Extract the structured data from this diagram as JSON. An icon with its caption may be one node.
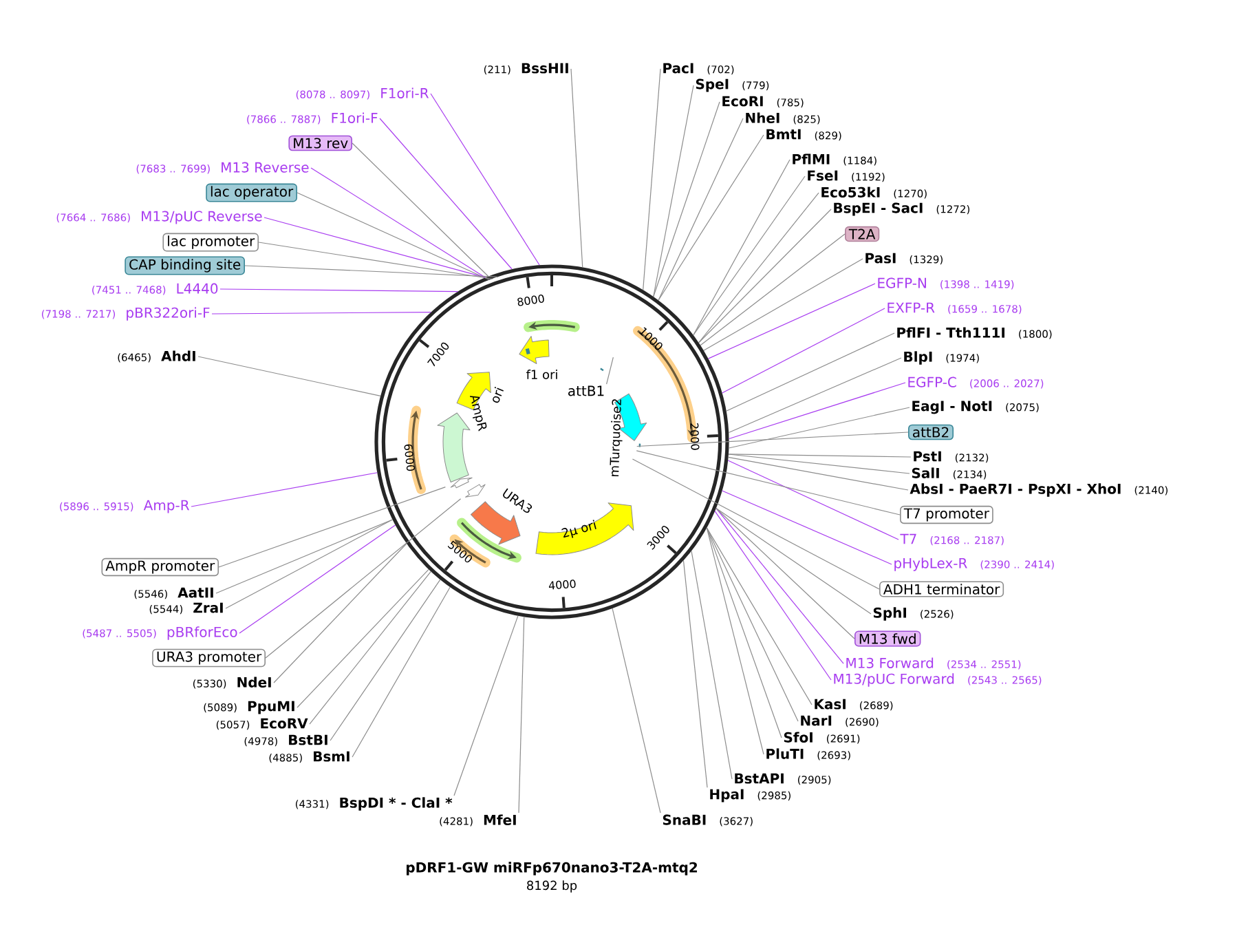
{
  "diagram": {
    "title": "pDRF1-GW miRFp670nano3-T2A-mtq2",
    "caption": "8192 bp",
    "nodes": [
      {
        "text": [
          "(211)",
          "BssHII"
        ]
      },
      {
        "text": [
          "(8078 .. 8097)",
          "F1ori-R"
        ]
      },
      {
        "text": [
          "(7866 .. 7887)",
          "F1ori-F"
        ]
      },
      {
        "text": [
          "M13 rev"
        ]
      },
      {
        "text": [
          "(7683 .. 7699)",
          "M13 Reverse"
        ]
      },
      {
        "text": [
          "lac operator"
        ]
      },
      {
        "text": [
          "(7664 .. 7686)",
          "M13/pUC Reverse"
        ]
      },
      {
        "text": [
          "lac promoter"
        ]
      },
      {
        "text": [
          "CAP binding site"
        ]
      },
      {
        "text": [
          "(7451 .. 7468)",
          "L4440"
        ]
      },
      {
        "text": [
          "(7198 .. 7217)",
          "pBR322ori-F"
        ]
      },
      {
        "text": [
          "(6465)",
          "AhdI"
        ]
      },
      {
        "text": [
          "(5896 .. 5915)",
          "Amp-R"
        ]
      },
      {
        "text": [
          "AmpR promoter"
        ]
      },
      {
        "text": [
          "(5546)",
          "AatII"
        ]
      },
      {
        "text": [
          "(5544)",
          "ZraI"
        ]
      },
      {
        "text": [
          "(5487 .. 5505)",
          "pBRforEco"
        ]
      },
      {
        "text": [
          "URA3 promoter"
        ]
      },
      {
        "text": [
          "(5330)",
          "NdeI"
        ]
      },
      {
        "text": [
          "(5089)",
          "PpuMI"
        ]
      },
      {
        "text": [
          "(5057)",
          "EcoRV"
        ]
      },
      {
        "text": [
          "(4978)",
          "BstBI"
        ]
      },
      {
        "text": [
          "(4885)",
          "BsmI"
        ]
      },
      {
        "text": [
          "(4331)",
          "BspDI * - ClaI *"
        ]
      },
      {
        "text": [
          "(4281)",
          "MfeI"
        ]
      },
      {
        "text": [
          "SnaBI",
          "(3627)"
        ]
      },
      {
        "text": [
          "HpaI",
          "(2985)"
        ]
      },
      {
        "text": [
          "BstAPI",
          "(2905)"
        ]
      },
      {
        "text": [
          "PluTI",
          "(2693)"
        ]
      },
      {
        "text": [
          "SfoI",
          "(2691)"
        ]
      },
      {
        "text": [
          "NarI",
          "(2690)"
        ]
      },
      {
        "text": [
          "KasI",
          "(2689)"
        ]
      },
      {
        "text": [
          "M13/pUC Forward",
          "(2543 .. 2565)"
        ]
      },
      {
        "text": [
          "M13 Forward",
          "(2534 .. 2551)"
        ]
      },
      {
        "text": [
          "M13 fwd"
        ]
      },
      {
        "text": [
          "SphI",
          "(2526)"
        ]
      },
      {
        "text": [
          "ADH1 terminator"
        ]
      },
      {
        "text": [
          "pHybLex-R",
          "(2390 .. 2414)"
        ]
      },
      {
        "text": [
          "T7",
          "(2168 .. 2187)"
        ]
      },
      {
        "text": [
          "T7 promoter"
        ]
      },
      {
        "text": [
          "AbsI - PaeR7I - PspXI - XhoI",
          "(2140)"
        ]
      },
      {
        "text": [
          "SalI",
          "(2134)"
        ]
      },
      {
        "text": [
          "PstI",
          "(2132)"
        ]
      },
      {
        "text": [
          "attB2"
        ]
      },
      {
        "text": [
          "EagI - NotI",
          "(2075)"
        ]
      },
      {
        "text": [
          "EGFP-C",
          "(2006 .. 2027)"
        ]
      },
      {
        "text": [
          "BlpI",
          "(1974)"
        ]
      },
      {
        "text": [
          "PflFI - Tth111I",
          "(1800)"
        ]
      },
      {
        "text": [
          "EXFP-R",
          "(1659 .. 1678)"
        ]
      },
      {
        "text": [
          "EGFP-N",
          "(1398 .. 1419)"
        ]
      },
      {
        "text": [
          "PasI",
          "(1329)"
        ]
      },
      {
        "text": [
          "T2A"
        ]
      },
      {
        "text": [
          "BspEI - SacI",
          "(1272)"
        ]
      },
      {
        "text": [
          "Eco53kI",
          "(1270)"
        ]
      },
      {
        "text": [
          "FseI",
          "(1192)"
        ]
      },
      {
        "text": [
          "PflMI",
          "(1184)"
        ]
      },
      {
        "text": [
          "BmtI",
          "(829)"
        ]
      },
      {
        "text": [
          "NheI",
          "(825)"
        ]
      },
      {
        "text": [
          "EcoRI",
          "(785)"
        ]
      },
      {
        "text": [
          "SpeI",
          "(779)"
        ]
      },
      {
        "text": [
          "PacI",
          "(702)"
        ]
      },
      {
        "text": [],
        "shape": "circle"
      },
      {
        "text": [
          "attB1"
        ],
        "in": 61
      }
    ],
    "edges": [
      {
        "from": 0,
        "to": 61,
        "arrow": "none"
      },
      {
        "from": 1,
        "to": 61,
        "arrow": "none",
        "color": "#a83cf0"
      },
      {
        "from": 2,
        "to": 61,
        "arrow": "none",
        "color": "#a83cf0"
      },
      {
        "from": 3,
        "to": 61,
        "arrow": "none"
      },
      {
        "from": 4,
        "to": 61,
        "arrow": "none",
        "color": "#a83cf0"
      },
      {
        "from": 5,
        "to": 61,
        "arrow": "none"
      },
      {
        "from": 6,
        "to": 61,
        "arrow": "none",
        "color": "#a83cf0"
      },
      {
        "from": 7,
        "to": 61,
        "arrow": "none"
      },
      {
        "from": 8,
        "to": 61,
        "arrow": "none"
      },
      {
        "from": 9,
        "to": 61,
        "arrow": "none",
        "color": "#a83cf0"
      },
      {
        "from": 10,
        "to": 61,
        "arrow": "none",
        "color": "#a83cf0"
      },
      {
        "from": 11,
        "to": 61,
        "arrow": "none"
      },
      {
        "from": 12,
        "to": 61,
        "arrow": "none",
        "color": "#a83cf0"
      },
      {
        "from": 13,
        "to": 61,
        "arrow": "none"
      },
      {
        "from": 14,
        "to": 61,
        "arrow": "none"
      },
      {
        "from": 15,
        "to": 61,
        "arrow": "none"
      },
      {
        "from": 16,
        "to": 61,
        "arrow": "none",
        "color": "#a83cf0"
      },
      {
        "from": 17,
        "to": 61,
        "arrow": "none"
      },
      {
        "from": 18,
        "to": 61,
        "arrow": "none"
      },
      {
        "from": 19,
        "to": 61,
        "arrow": "none"
      },
      {
        "from": 20,
        "to": 61,
        "arrow": "none"
      },
      {
        "from": 21,
        "to": 61,
        "arrow": "none"
      },
      {
        "from": 22,
        "to": 61,
        "arrow": "none"
      },
      {
        "from": 23,
        "to": 61,
        "arrow": "none"
      },
      {
        "from": 24,
        "to": 61,
        "arrow": "none"
      },
      {
        "from": 25,
        "to": 61,
        "arrow": "none"
      },
      {
        "from": 26,
        "to": 61,
        "arrow": "none"
      },
      {
        "from": 27,
        "to": 61,
        "arrow": "none"
      },
      {
        "from": 28,
        "to": 61,
        "arrow": "none"
      },
      {
        "from": 29,
        "to": 61,
        "arrow": "none"
      },
      {
        "from": 30,
        "to": 61,
        "arrow": "none"
      },
      {
        "from": 31,
        "to": 61,
        "arrow": "none"
      },
      {
        "from": 32,
        "to": 61,
        "arrow": "none",
        "color": "#a83cf0"
      },
      {
        "from": 33,
        "to": 61,
        "arrow": "none",
        "color": "#a83cf0"
      },
      {
        "from": 34,
        "to": 61,
        "arrow": "none"
      },
      {
        "from": 35,
        "to": 61,
        "arrow": "none"
      },
      {
        "from": 36,
        "to": 61,
        "arrow": "none"
      },
      {
        "from": 37,
        "to": 61,
        "arrow": "none",
        "color": "#a83cf0"
      },
      {
        "from": 38,
        "to": 61,
        "arrow": "none",
        "color": "#a83cf0"
      },
      {
        "from": 39,
        "to": 61,
        "arrow": "none"
      },
      {
        "from": 40,
        "to": 61,
        "arrow": "none"
      },
      {
        "from": 41,
        "to": 61,
        "arrow": "none"
      },
      {
        "from": 42,
        "to": 61,
        "arrow": "none"
      },
      {
        "from": 43,
        "to": 61,
        "arrow": "none"
      },
      {
        "from": 44,
        "to": 61,
        "arrow": "none"
      },
      {
        "from": 45,
        "to": 61,
        "arrow": "none",
        "color": "#a83cf0"
      },
      {
        "from": 46,
        "to": 61,
        "arrow": "none"
      },
      {
        "from": 47,
        "to": 61,
        "arrow": "none"
      },
      {
        "from": 48,
        "to": 61,
        "arrow": "none",
        "color": "#a83cf0"
      },
      {
        "from": 49,
        "to": 61,
        "arrow": "none",
        "color": "#a83cf0"
      },
      {
        "from": 50,
        "to": 61,
        "arrow": "none"
      },
      {
        "from": 51,
        "to": 61,
        "arrow": "none"
      },
      {
        "from": 52,
        "to": 61,
        "arrow": "none"
      },
      {
        "from": 53,
        "to": 61,
        "arrow": "none"
      },
      {
        "from": 54,
        "to": 61,
        "arrow": "none"
      },
      {
        "from": 55,
        "to": 61,
        "arrow": "none"
      },
      {
        "from": 56,
        "to": 61,
        "arrow": "none"
      },
      {
        "from": 57,
        "to": 61,
        "arrow": "none"
      },
      {
        "from": 58,
        "to": 61,
        "arrow": "none"
      },
      {
        "from": 59,
        "to": 61,
        "arrow": "none"
      },
      {
        "from": 60,
        "to": 61,
        "arrow": "none"
      },
      {
        "from": 62,
        "to": 61,
        "arrow": "none"
      }
    ],
    "labels": [
      "f1 ori",
      "ori",
      "AmpR",
      "URA3",
      "2μ ori",
      "mTurquoise2",
      "1000",
      "2000",
      "3000",
      "4000",
      "5000",
      "6000",
      "7000",
      "8000"
    ]
  }
}
